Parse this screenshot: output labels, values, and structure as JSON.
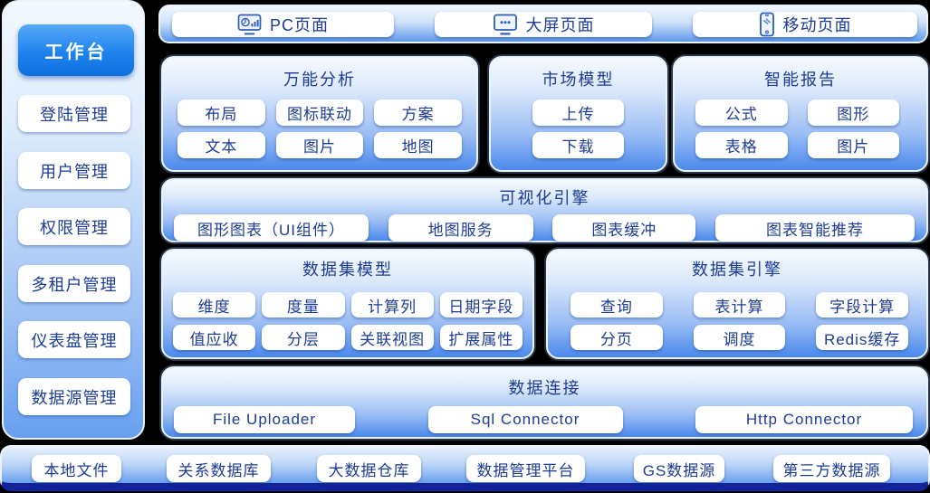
{
  "colors": {
    "text_navy": "#1c3c96",
    "panel_blue": "#4a89ec",
    "active_button_blue": "#1678ea",
    "bottom_strip_navy": "#13239a",
    "background": "#000000"
  },
  "sidebar": {
    "active_item": "工作台",
    "items": [
      "登陆管理",
      "用户管理",
      "权限管理",
      "多租户管理",
      "仪表盘管理",
      "数据源管理"
    ]
  },
  "top_bar": {
    "items": [
      {
        "icon": "pc-monitor-chart-icon",
        "label": "PC页面"
      },
      {
        "icon": "screen-ellipsis-icon",
        "label": "大屏页面"
      },
      {
        "icon": "mobile-phone-icon",
        "label": "移动页面"
      }
    ]
  },
  "sections": {
    "universal_analysis": {
      "title": "万能分析",
      "rows": [
        [
          "布局",
          "图标联动",
          "方案"
        ],
        [
          "文本",
          "图片",
          "地图"
        ]
      ]
    },
    "market_model": {
      "title": "市场模型",
      "rows": [
        [
          "上传"
        ],
        [
          "下载"
        ]
      ]
    },
    "smart_report": {
      "title": "智能报告",
      "rows": [
        [
          "公式",
          "图形"
        ],
        [
          "表格",
          "图片"
        ]
      ]
    },
    "visual_engine": {
      "title": "可视化引擎",
      "items": [
        "图形图表（UI组件）",
        "地图服务",
        "图表缓冲",
        "图表智能推荐"
      ]
    },
    "dataset_model": {
      "title": "数据集模型",
      "rows": [
        [
          "维度",
          "度量",
          "计算列",
          "日期字段"
        ],
        [
          "值应收",
          "分层",
          "关联视图",
          "扩展属性"
        ]
      ]
    },
    "dataset_engine": {
      "title": "数据集引擎",
      "rows": [
        [
          "查询",
          "表计算",
          "字段计算"
        ],
        [
          "分页",
          "调度",
          "Redis缓存"
        ]
      ]
    },
    "data_connect": {
      "title": "数据连接",
      "items": [
        "File Uploader",
        "Sql Connector",
        "Http Connector"
      ]
    }
  },
  "bottom_bar": {
    "items": [
      "本地文件",
      "关系数据库",
      "大数据仓库",
      "数据管理平台",
      "GS数据源",
      "第三方数据源"
    ]
  }
}
